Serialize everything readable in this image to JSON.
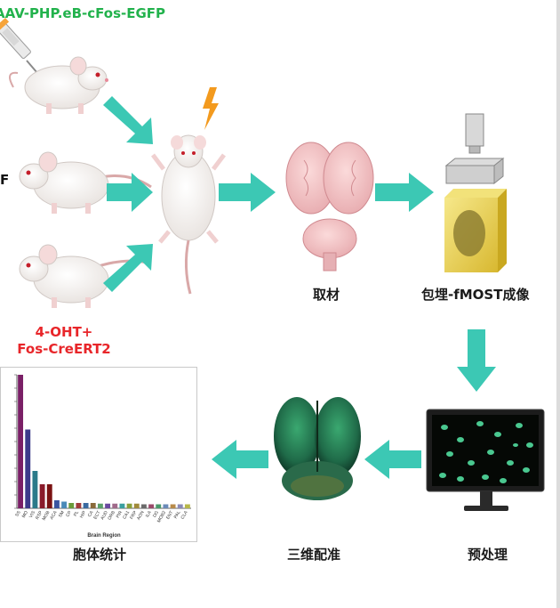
{
  "labels": {
    "aav": "AAV-PHP.eB-cFos-EGFP",
    "f_mark": "F",
    "ohT_line1": "4-OHT+",
    "ohT_line2": "Fos-CreERT2",
    "step_quqie": "取材",
    "step_fmost": "包埋-fMOST成像",
    "step_preprocess": "预处理",
    "step_register": "三维配准",
    "step_count": "胞体统计"
  },
  "colors": {
    "arrow": "#3cc8b4",
    "aav_text": "#22b24c",
    "ohT_text": "#e8262a",
    "lightning": "#f39a1e"
  },
  "icons": [
    "syringe-icon",
    "mouse-icon",
    "lightning-icon",
    "brain-icon",
    "microscope-icon",
    "monitor-icon",
    "brain-3d-icon"
  ],
  "chart_data": {
    "type": "bar",
    "xlabel": "Brain Region",
    "categories": [
      "SS",
      "MO",
      "VIS",
      "RSP",
      "MOB",
      "ACA",
      "SM",
      "CP",
      "PL",
      "HIP",
      "CA",
      "ECT",
      "AUD",
      "ORB",
      "PIR",
      "CA1",
      "FRP",
      "AON",
      "ILA",
      "DG",
      "MOB2",
      "ENT",
      "PAL",
      "CLA"
    ],
    "values": [
      100,
      59,
      28,
      18,
      18,
      6,
      5,
      4,
      4,
      4,
      4,
      3.5,
      3.5,
      3.5,
      3.5,
      3.5,
      3.5,
      3,
      3,
      3,
      3,
      3,
      3,
      3
    ],
    "colors": [
      "#7a1f66",
      "#3d3a8a",
      "#2b7a8a",
      "#8a1a2a",
      "#7a1212",
      "#3a55a0",
      "#4a8ab8",
      "#6a9a3a",
      "#a03a3a",
      "#3a6aa0",
      "#8a6a3a",
      "#5aa06a",
      "#6a4aa0",
      "#a06a8a",
      "#3aa0a0",
      "#8aa03a",
      "#a08a3a",
      "#6a6a6a",
      "#9a4a6a",
      "#4a9a6a",
      "#6a8ab8",
      "#b88a4a",
      "#8a8ab8",
      "#b8b84a"
    ],
    "ylim": [
      0,
      100
    ]
  }
}
